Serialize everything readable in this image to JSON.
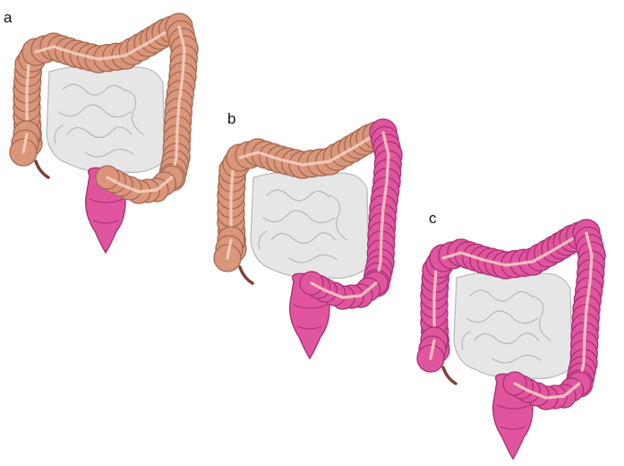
{
  "colors": {
    "healthy": "#d9967a",
    "healthy_dark": "#a66a52",
    "affected": "#e0559e",
    "affected_dark": "#a83276",
    "small_intestine": "#e6e6e6",
    "small_intestine_line": "#b8b8b8",
    "taenia": "#f6d3c4",
    "appendix": "#7a4236"
  },
  "panels": [
    {
      "label": "a",
      "affected_segments": [
        "rectum"
      ]
    },
    {
      "label": "b",
      "affected_segments": [
        "rectum",
        "sigmoid",
        "descending"
      ]
    },
    {
      "label": "c",
      "affected_segments": [
        "rectum",
        "sigmoid",
        "descending",
        "transverse",
        "ascending",
        "cecum"
      ]
    }
  ]
}
